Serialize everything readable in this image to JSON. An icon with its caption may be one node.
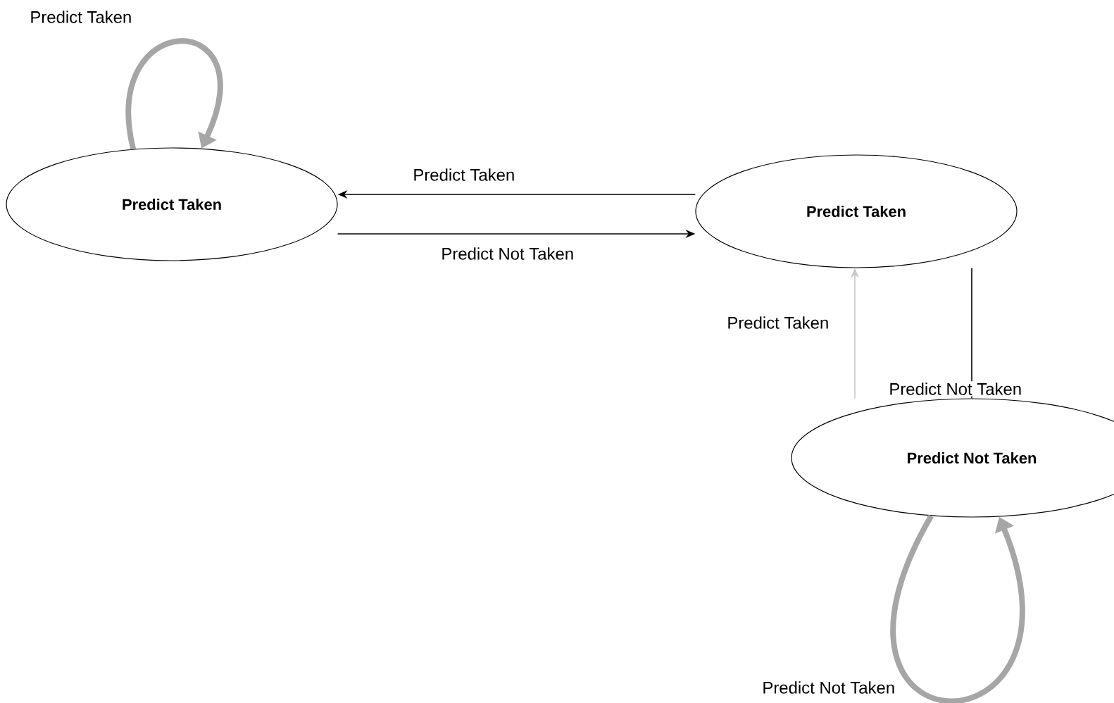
{
  "diagram": {
    "nodes": [
      {
        "text": [
          "Predict Taken"
        ]
      },
      {
        "text": [
          "Predict Taken"
        ]
      },
      {
        "text": [
          "Predict Not Taken"
        ]
      }
    ],
    "edges": [
      {
        "from": 0,
        "to": 0,
        "arrow": "to",
        "label": "Predict Taken",
        "style": "thick",
        "color": "#a6a6a6"
      },
      {
        "from": 1,
        "to": 0,
        "arrow": "to",
        "label": "Predict Taken"
      },
      {
        "from": 0,
        "to": 1,
        "arrow": "to",
        "label": "Predict Not Taken"
      },
      {
        "from": 2,
        "to": 1,
        "arrow": "to",
        "label": "Predict Taken",
        "color": "#c8c8c8"
      },
      {
        "from": 1,
        "to": 2,
        "arrow": "none",
        "label": "Predict Not Taken"
      },
      {
        "from": 2,
        "to": 2,
        "arrow": "to",
        "label": "Predict Not Taken",
        "style": "thick",
        "color": "#a6a6a6"
      }
    ]
  }
}
